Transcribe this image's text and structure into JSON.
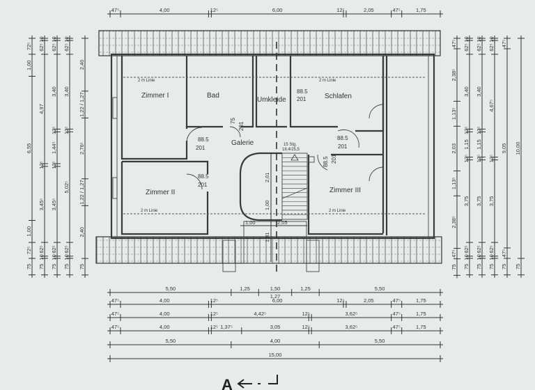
{
  "plan": {
    "rooms": {
      "zimmer1": "Zimmer I",
      "bad": "Bad",
      "umkleide": "Umkleide",
      "schlafen": "Schlafen",
      "galerie": "Galerie",
      "zimmer2": "Zimmer II",
      "zimmer3": "Zimmer III"
    },
    "line_label": "2 m Linie",
    "door_width": "88.5",
    "door_height": "201",
    "bad_door_width": "75",
    "stair_label": "15 Stg.",
    "stair_ratio": "18,4/25,5",
    "inner_dims": [
      "2,01",
      "1,00",
      "1,81",
      "1,00",
      "2,05"
    ],
    "section_marker": "A"
  },
  "top_dims": [
    {
      "label": "47⁵",
      "value": 0.475
    },
    {
      "label": "4,00",
      "value": 4.0
    },
    {
      "label": "12⁵",
      "value": 0.125
    },
    {
      "label": "6,00",
      "value": 6.0
    },
    {
      "label": "12⁵",
      "value": 0.125
    },
    {
      "label": "2,05",
      "value": 2.05
    },
    {
      "label": "47⁵",
      "value": 0.475
    },
    {
      "label": "1,75",
      "value": 1.75
    }
  ],
  "bottom_dims": [
    [
      {
        "label": "5,50",
        "value": 5.5
      },
      {
        "label": "1,25",
        "value": 1.25
      },
      {
        "label": "1,50",
        "value": 1.5,
        "sub": "1,27"
      },
      {
        "label": "1,25",
        "value": 1.25
      },
      {
        "label": "5,50",
        "value": 5.5
      }
    ],
    [
      {
        "label": "47⁵",
        "value": 0.475
      },
      {
        "label": "4,00",
        "value": 4.0
      },
      {
        "label": "12⁵",
        "value": 0.125
      },
      {
        "label": "6,00",
        "value": 6.0
      },
      {
        "label": "12⁵",
        "value": 0.125
      },
      {
        "label": "2,05",
        "value": 2.05
      },
      {
        "label": "47⁵",
        "value": 0.475
      },
      {
        "label": "1,75",
        "value": 1.75
      }
    ],
    [
      {
        "label": "47⁵",
        "value": 0.475
      },
      {
        "label": "4,00",
        "value": 4.0
      },
      {
        "label": "12⁵",
        "value": 0.125
      },
      {
        "label": "4,42⁵",
        "value": 4.425
      },
      {
        "label": "12⁵",
        "value": 0.125
      },
      {
        "label": "3,62⁵",
        "value": 3.625
      },
      {
        "label": "47⁵",
        "value": 0.475
      },
      {
        "label": "1,75",
        "value": 1.75
      }
    ],
    [
      {
        "label": "47⁵",
        "value": 0.475
      },
      {
        "label": "4,00",
        "value": 4.0
      },
      {
        "label": "12⁵",
        "value": 0.125
      },
      {
        "label": "1,37⁵",
        "value": 1.375
      },
      {
        "label": "3,05",
        "value": 3.05
      },
      {
        "label": "12⁵",
        "value": 0.125
      },
      {
        "label": "3,62⁵",
        "value": 3.625
      },
      {
        "label": "47⁵",
        "value": 0.475
      },
      {
        "label": "1,75",
        "value": 1.75
      }
    ],
    [
      {
        "label": "5,50",
        "value": 5.5
      },
      {
        "label": "4,00",
        "value": 4.0
      },
      {
        "label": "5,50",
        "value": 5.5
      }
    ],
    [
      {
        "label": "15,00",
        "value": 15.0
      }
    ]
  ],
  "left_dims": [
    [
      {
        "label": "72⁵",
        "value": 0.725
      },
      {
        "label": "1,00",
        "value": 1.0
      },
      {
        "label": "6,55",
        "value": 6.55
      },
      {
        "label": "1,00",
        "value": 1.0
      },
      {
        "label": "72⁵",
        "value": 0.725
      },
      {
        "label": "75",
        "value": 0.75
      }
    ],
    [
      {
        "label": "10",
        "value": 0.1
      },
      {
        "label": "62⁵",
        "value": 0.625
      },
      {
        "label": "4,97",
        "value": 4.97
      },
      {
        "label": "12⁵",
        "value": 0.125
      },
      {
        "label": "3,45⁵",
        "value": 3.455
      },
      {
        "label": "62⁵",
        "value": 0.625
      },
      {
        "label": "10",
        "value": 0.1
      },
      {
        "label": "75",
        "value": 0.75
      }
    ],
    [
      {
        "label": "10",
        "value": 0.1
      },
      {
        "label": "62⁵",
        "value": 0.625
      },
      {
        "label": "3,40",
        "value": 3.4
      },
      {
        "label": "12⁵",
        "value": 0.125
      },
      {
        "label": "1,44⁵",
        "value": 1.445
      },
      {
        "label": "12⁵",
        "value": 0.125
      },
      {
        "label": "3,45⁵",
        "value": 3.455
      },
      {
        "label": "62⁵",
        "value": 0.625
      },
      {
        "label": "10",
        "value": 0.1
      },
      {
        "label": "75",
        "value": 0.75
      }
    ],
    [
      {
        "label": "10",
        "value": 0.1
      },
      {
        "label": "62⁵",
        "value": 0.625
      },
      {
        "label": "3,40",
        "value": 3.4
      },
      {
        "label": "12⁵",
        "value": 0.125
      },
      {
        "label": "5,02⁵",
        "value": 5.025
      },
      {
        "label": "62⁵",
        "value": 0.625
      },
      {
        "label": "10",
        "value": 0.1
      },
      {
        "label": "75",
        "value": 0.75
      }
    ],
    [
      {
        "label": "2,40",
        "value": 2.4
      },
      {
        "label": "1,22 / 1,27",
        "value": 1.22
      },
      {
        "label": "2,76⁵",
        "value": 2.765
      },
      {
        "label": "1,22 / 1,27",
        "value": 1.22
      },
      {
        "label": "2,40",
        "value": 2.4
      },
      {
        "label": "75",
        "value": 0.75
      }
    ]
  ],
  "right_dims": [
    [
      {
        "label": "47⁵",
        "value": 0.475
      },
      {
        "label": "2,38⁵",
        "value": 2.385
      },
      {
        "label": "1,13⁵",
        "value": 1.135
      },
      {
        "label": "2,03",
        "value": 2.03
      },
      {
        "label": "1,13⁵",
        "value": 1.135
      },
      {
        "label": "2,38⁵",
        "value": 2.385
      },
      {
        "label": "47⁵",
        "value": 0.475
      },
      {
        "label": "75",
        "value": 0.75
      }
    ],
    [
      {
        "label": "10",
        "value": 0.1
      },
      {
        "label": "62⁵",
        "value": 0.625
      },
      {
        "label": "3,40",
        "value": 3.4
      },
      {
        "label": "12⁵",
        "value": 0.125
      },
      {
        "label": "1,15",
        "value": 1.15
      },
      {
        "label": "12⁵",
        "value": 0.125
      },
      {
        "label": "3,75",
        "value": 3.75
      },
      {
        "label": "62⁵",
        "value": 0.625
      },
      {
        "label": "10",
        "value": 0.1
      },
      {
        "label": "75",
        "value": 0.75
      }
    ],
    [
      {
        "label": "10",
        "value": 0.1
      },
      {
        "label": "62⁵",
        "value": 0.625
      },
      {
        "label": "3,40",
        "value": 3.4
      },
      {
        "label": "12⁵",
        "value": 0.125
      },
      {
        "label": "1,15",
        "value": 1.15
      },
      {
        "label": "12⁵",
        "value": 0.125
      },
      {
        "label": "3,75",
        "value": 3.75
      },
      {
        "label": "62⁵",
        "value": 0.625
      },
      {
        "label": "10",
        "value": 0.1
      },
      {
        "label": "75",
        "value": 0.75
      }
    ],
    [
      {
        "label": "10",
        "value": 0.1
      },
      {
        "label": "62⁵",
        "value": 0.625
      },
      {
        "label": "4,67⁵",
        "value": 4.675
      },
      {
        "label": "12⁵",
        "value": 0.125
      },
      {
        "label": "3,75",
        "value": 3.75
      },
      {
        "label": "62⁵",
        "value": 0.625
      },
      {
        "label": "10",
        "value": 0.1
      },
      {
        "label": "75",
        "value": 0.75
      }
    ],
    [
      {
        "label": "47⁵",
        "value": 0.475
      },
      {
        "label": "9,05",
        "value": 9.05
      },
      {
        "label": "47⁵",
        "value": 0.475
      },
      {
        "label": "75",
        "value": 0.75
      }
    ],
    [
      {
        "label": "10,00",
        "value": 10.0
      },
      {
        "label": "75",
        "value": 0.75
      }
    ]
  ]
}
